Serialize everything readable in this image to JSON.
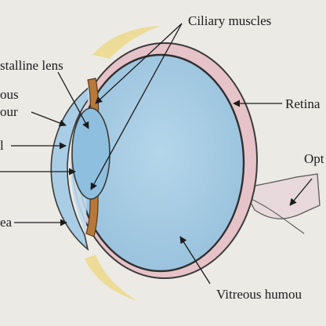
{
  "colors": {
    "paper": "#eceae4",
    "vitreous": "#a9cde4",
    "sclera": "#e6c3c8",
    "outline": "#3a3a3a",
    "eyelid": "#ecd98a",
    "iris_ciliary": "#b7783a",
    "lens": "#8fbfdf"
  },
  "labels": {
    "ciliary_muscles": "Ciliary muscles",
    "crystalline_lens": "stalline lens",
    "aqueous_humour_line1": "ous",
    "aqueous_humour_line2": "our",
    "iris": "l",
    "pupil": "",
    "cornea": "ea",
    "retina": "Retina",
    "optic_nerve": "Opt",
    "vitreous_humour": "Vitreous humou"
  }
}
